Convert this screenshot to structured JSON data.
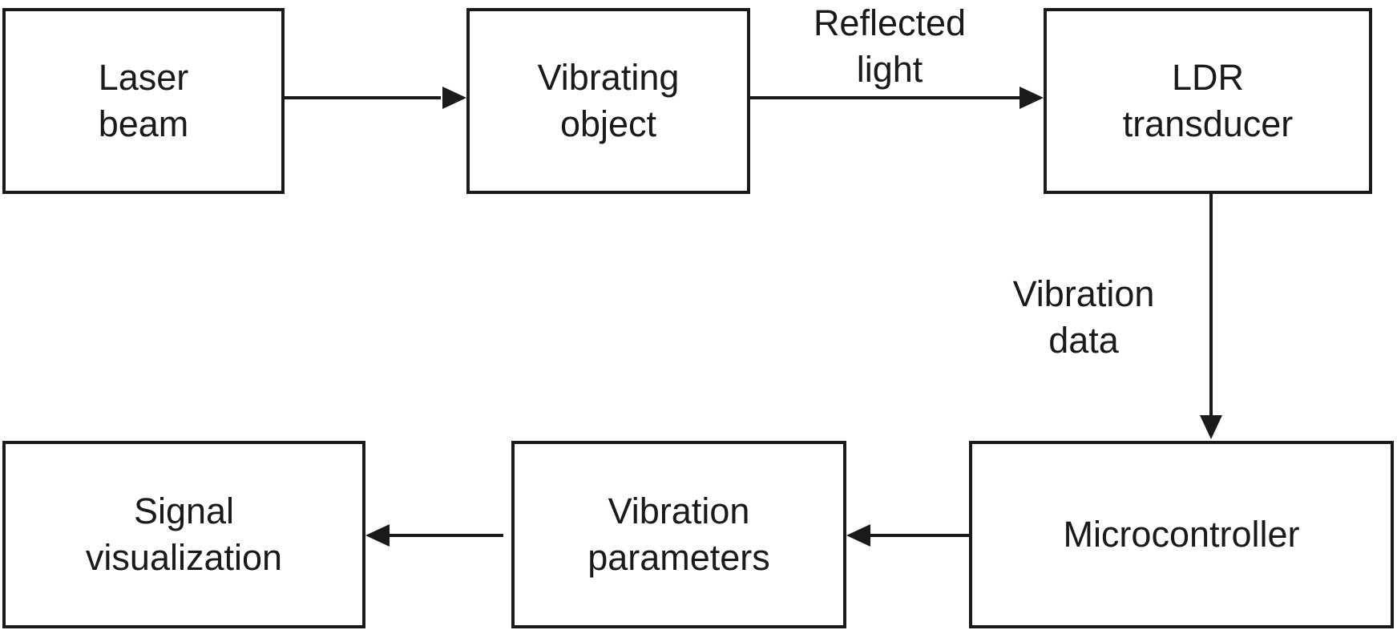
{
  "boxes": {
    "laser_beam": {
      "line1": "Laser",
      "line2": "beam"
    },
    "vibrating_object": {
      "line1": "Vibrating",
      "line2": "object"
    },
    "ldr_transducer": {
      "line1": "LDR",
      "line2": "transducer"
    },
    "microcontroller": {
      "line1": "Microcontroller"
    },
    "vibration_parameters": {
      "line1": "Vibration",
      "line2": "parameters"
    },
    "signal_visualization": {
      "line1": "Signal",
      "line2": "visualization"
    }
  },
  "edge_labels": {
    "reflected_light": {
      "line1": "Reflected",
      "line2": "light"
    },
    "vibration_data": {
      "line1": "Vibration",
      "line2": "data"
    }
  },
  "colors": {
    "stroke": "#1a1a1a",
    "background": "#ffffff"
  }
}
